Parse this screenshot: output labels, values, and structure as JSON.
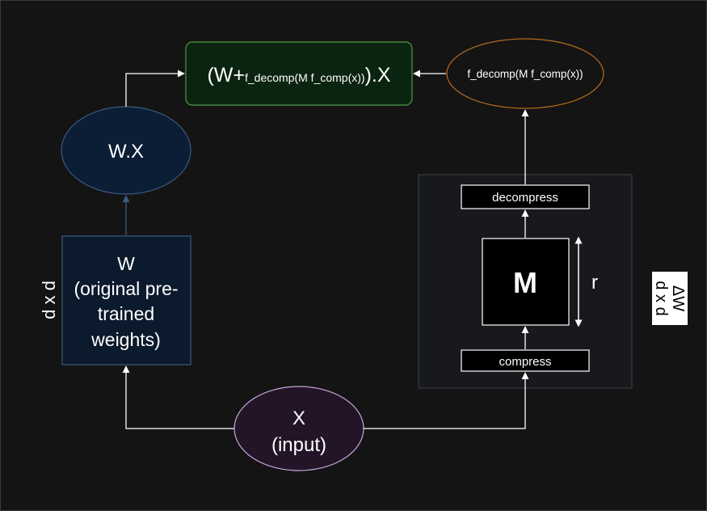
{
  "colors": {
    "background": "#141414",
    "line": "#ffffff",
    "w_box_fill": "#0b1a2c",
    "w_box_stroke": "#3d5a80",
    "wx_fill": "#0c1d36",
    "wx_stroke": "#3d5a80",
    "output_fill": "#0b2410",
    "output_stroke": "#4f9a45",
    "decomp_stroke": "#b56a1a",
    "x_fill": "#231428",
    "x_stroke": "#c7a6d8",
    "delta_panel_fill": "#17191d",
    "delta_panel_stroke": "#3b4450"
  },
  "nodes": {
    "output": {
      "prefix": "(W+",
      "inner": "f_decomp(M f_comp(x))",
      "suffix": ").X"
    },
    "decomp_ellipse": {
      "label": "f_decomp(M f_comp(x))"
    },
    "wx": {
      "label": "W.X"
    },
    "w_box": {
      "lines": [
        "W",
        "(original pre-",
        "trained",
        "weights)"
      ]
    },
    "w_dim": {
      "label": "d x d"
    },
    "x_input": {
      "lines": [
        "X",
        "(input)"
      ]
    },
    "decompress": {
      "label": "decompress"
    },
    "compress": {
      "label": "compress"
    },
    "m_box": {
      "label": "M"
    },
    "r_label": {
      "label": "r"
    },
    "delta": {
      "label": "ΔW",
      "dim": "d x d"
    }
  }
}
